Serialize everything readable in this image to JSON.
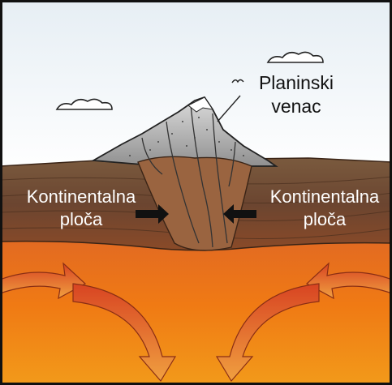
{
  "labels": {
    "mountain_range": {
      "line1": "Planinski",
      "line2": "venac"
    },
    "left_plate": {
      "line1": "Kontinentalna",
      "line2": "ploča"
    },
    "right_plate": {
      "line1": "Kontinentalna",
      "line2": "ploča"
    }
  },
  "colors": {
    "sky": "#f4f8fb",
    "crust": "#6e4a30",
    "mantle_top": "#e0702a",
    "mantle_bottom": "#f08a10",
    "mountain": "#a8a8a8",
    "convection_arrow": "#d94722",
    "push_arrow": "#111111"
  },
  "icons": [
    "bird-icon",
    "cloud-icon",
    "convection-arrow-icon",
    "push-arrow-icon"
  ]
}
